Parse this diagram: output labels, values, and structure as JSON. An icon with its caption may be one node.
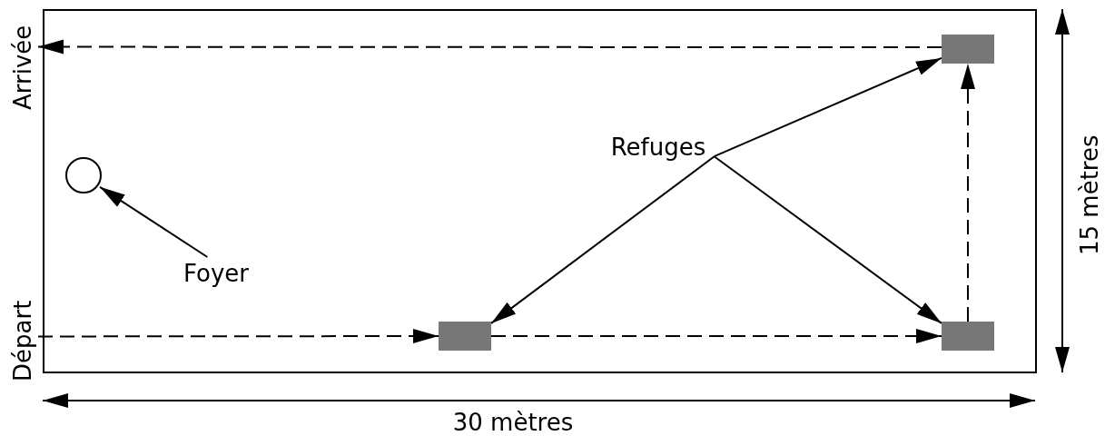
{
  "diagram": {
    "nodes": [
      {
        "text": [],
        "shape": "box"
      },
      {
        "text": [
          "Arrivée"
        ]
      },
      {
        "text": [],
        "shape": "bar",
        "in": 0
      },
      {
        "text": [
          "Refuges"
        ],
        "in": 0
      },
      {
        "text": [],
        "shape": "circle",
        "in": 0
      },
      {
        "text": [
          "Foyer"
        ],
        "in": 0
      },
      {
        "text": [
          "Départ"
        ]
      },
      {
        "text": [],
        "shape": "bar",
        "in": 0
      },
      {
        "text": [],
        "shape": "bar",
        "in": 0
      }
    ],
    "edges": [
      {
        "from": 6,
        "to": 7,
        "arrow": "to",
        "style": "dashed"
      },
      {
        "from": 7,
        "to": 8,
        "arrow": "to",
        "style": "dashed"
      },
      {
        "from": 8,
        "to": 2,
        "arrow": "to",
        "style": "dashed"
      },
      {
        "from": 2,
        "to": 1,
        "arrow": "to",
        "style": "dashed"
      },
      {
        "from": 3,
        "to": 2,
        "arrow": "to"
      },
      {
        "from": 3,
        "to": 7,
        "arrow": "to"
      },
      {
        "from": 3,
        "to": 8,
        "arrow": "to"
      },
      {
        "from": 5,
        "to": 4,
        "arrow": "to"
      }
    ],
    "labels": [
      "15 mètres",
      "30 mètres"
    ]
  }
}
